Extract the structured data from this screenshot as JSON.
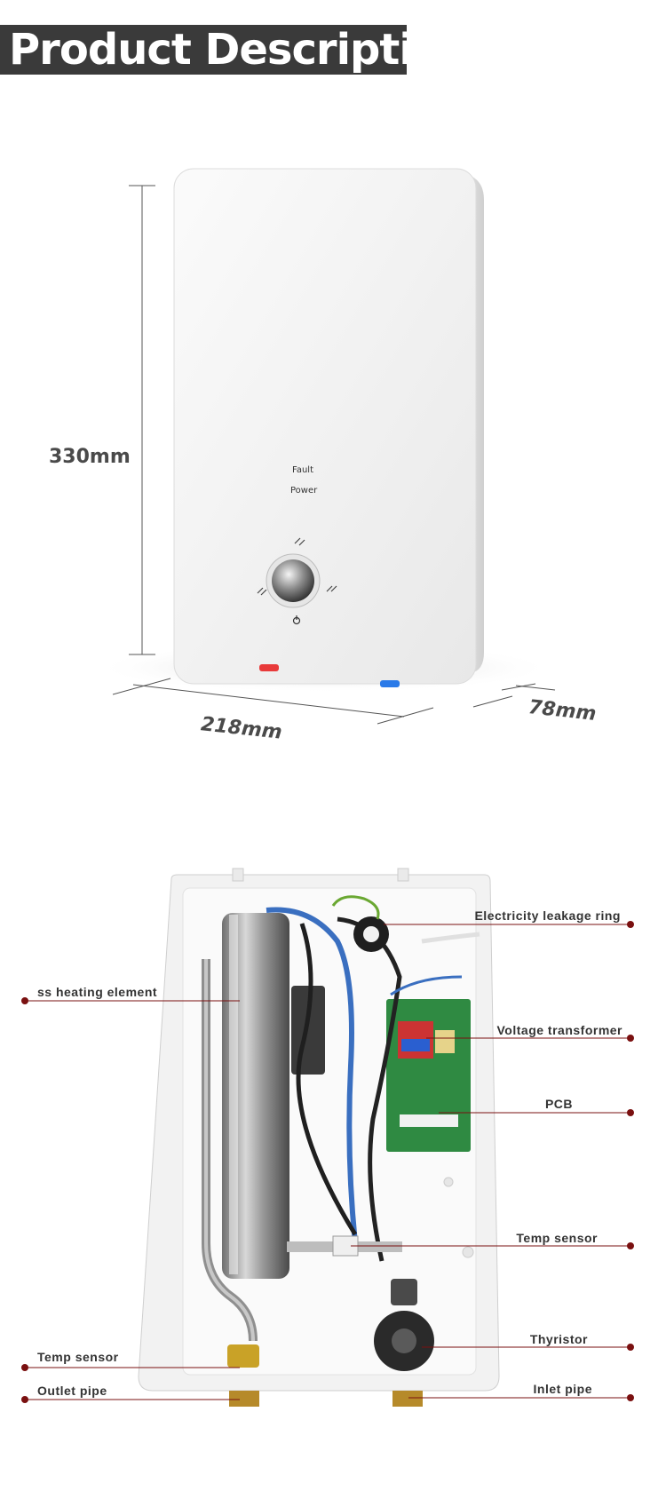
{
  "header": {
    "title": "Product Description"
  },
  "dimensions": {
    "height": "330mm",
    "width": "218mm",
    "depth": "78mm"
  },
  "panel": {
    "fault_label": "Fault",
    "power_label": "Power",
    "power_icon": "power-icon"
  },
  "components": {
    "leakage_ring": "Electricity  leakage  ring",
    "heating_element": "ss  heating  element",
    "voltage_transformer": "Voltage  transformer",
    "pcb": "PCB",
    "temp_sensor_right": "Temp  sensor",
    "thyristor": "Thyristor",
    "temp_sensor_left": "Temp  sensor",
    "outlet_pipe": "Outlet  pipe",
    "inlet_pipe": "Inlet  pipe"
  },
  "colors": {
    "header_bg": "#3a3a3a",
    "leader_line": "#7a1010",
    "hot_indicator": "#e83a3a",
    "cold_indicator": "#2a7ae8"
  }
}
